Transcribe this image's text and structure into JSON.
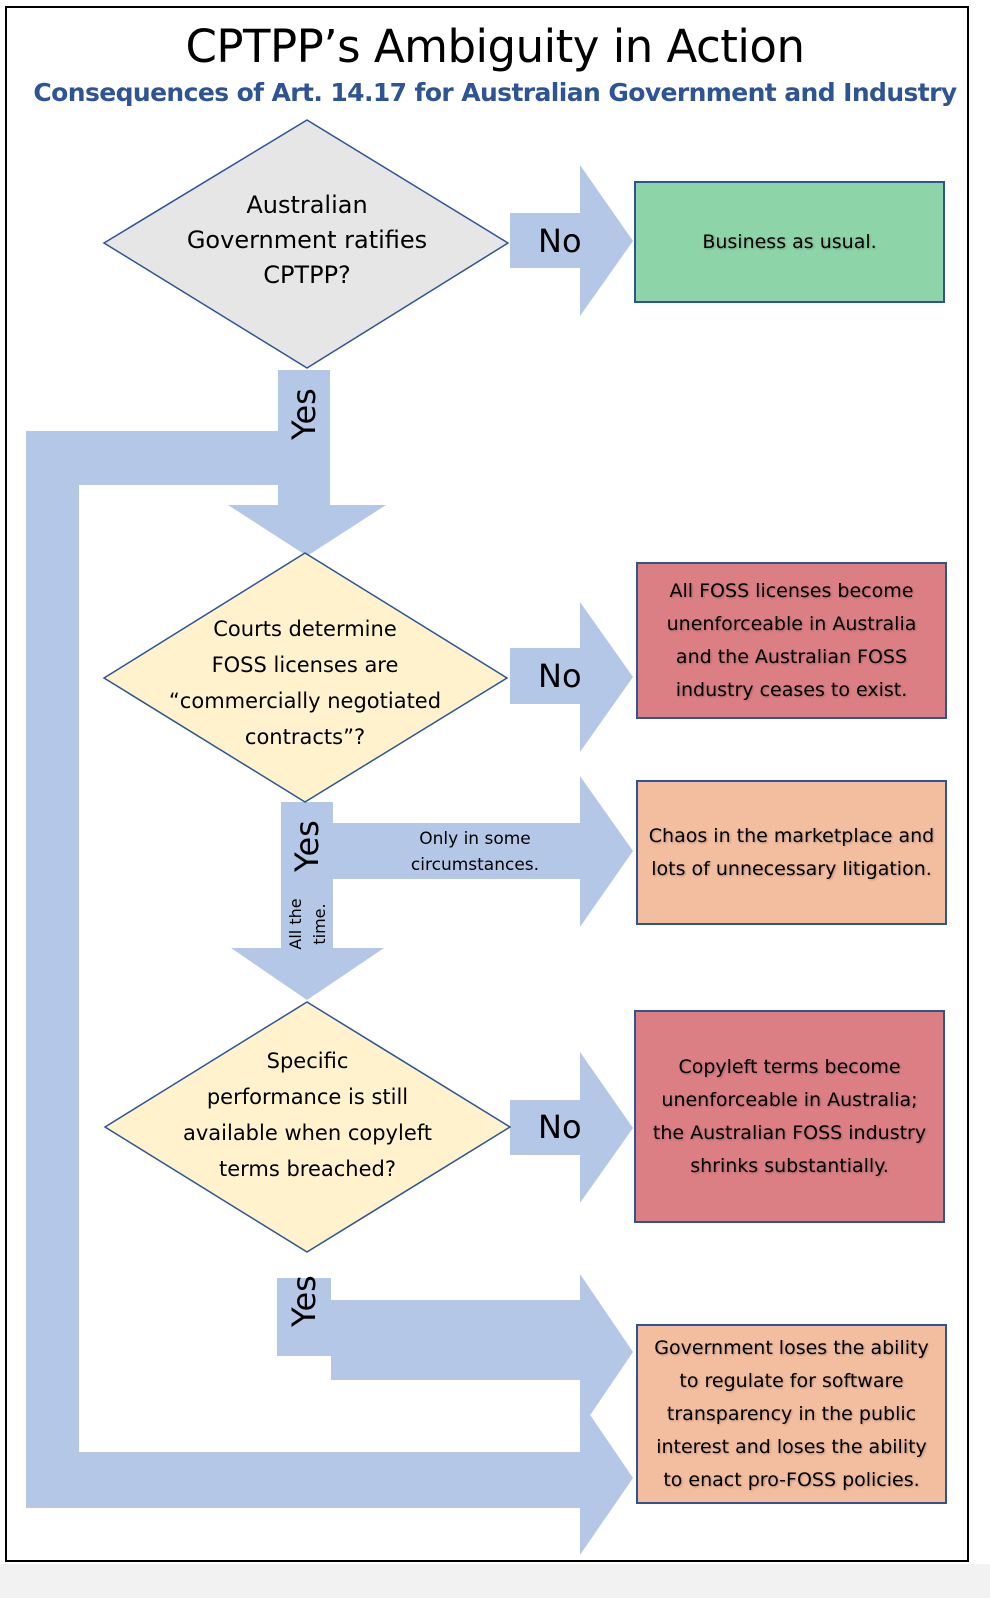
{
  "title": "CPTPP’s Ambiguity in Action",
  "subtitle": "Consequences of Art. 14.17 for Australian Government and Industry",
  "colors": {
    "arrow": "#b4c7e7",
    "outline": "#2f5496",
    "subtitle": "#2f5496",
    "decision_gray": "#e7e6e6",
    "decision_yellow": "#fff2cc",
    "outcome_green": "#8dd5a8",
    "outcome_red": "#dc7f85",
    "outcome_orange": "#f3be9f"
  },
  "decisions": [
    {
      "id": "ratify",
      "text": "Australian Government ratifies CPTPP?",
      "lines": [
        "Australian",
        "Government ratifies",
        "CPTPP?"
      ]
    },
    {
      "id": "courts",
      "text": "Courts determine FOSS licenses are “commercially negotiated contracts”?",
      "lines": [
        "Courts determine",
        "FOSS licenses are",
        "“commercially negotiated",
        "contracts”?"
      ]
    },
    {
      "id": "specific",
      "text": "Specific performance is still available when copyleft terms breached?",
      "lines": [
        "Specific",
        "performance is still",
        "available when copyleft",
        "terms breached?"
      ]
    }
  ],
  "labels": {
    "no": "No",
    "yes": "Yes",
    "only_some": [
      "Only in some",
      "circumstances."
    ],
    "all_time": [
      "All the",
      "time."
    ]
  },
  "outcomes": [
    {
      "id": "business",
      "color": "green",
      "lines": [
        "Business as usual."
      ]
    },
    {
      "id": "all-foss-unenforceable",
      "color": "red",
      "lines": [
        "All FOSS licenses become",
        "unenforceable in Australia",
        "and the Australian FOSS",
        "industry ceases to exist."
      ]
    },
    {
      "id": "chaos",
      "color": "orange",
      "lines": [
        "Chaos in the marketplace and",
        "lots of unnecessary litigation."
      ]
    },
    {
      "id": "copyleft-unenforceable",
      "color": "red",
      "lines": [
        "Copyleft terms become",
        "unenforceable in Australia;",
        "the Australian FOSS industry",
        "shrinks substantially."
      ]
    },
    {
      "id": "government-loses",
      "color": "orange",
      "lines": [
        "Government loses the ability",
        "to regulate for software",
        "transparency in the public",
        "interest and loses the ability",
        "to enact pro-FOSS policies."
      ]
    }
  ]
}
